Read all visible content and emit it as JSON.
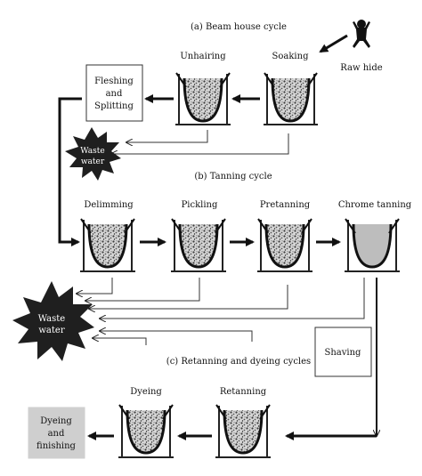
{
  "titles": {
    "beam_house": "(a) Beam house cycle",
    "tanning": "(b) Tanning cycle",
    "retanning": "(c) Retanning and dyeing cycles"
  },
  "raw_hide": "Raw hide",
  "vessels": {
    "soaking": "Soaking",
    "unhairing": "Unhairing",
    "delimming": "Delimming",
    "pickling": "Pickling",
    "pretanning": "Pretanning",
    "chrome_tanning": "Chrome tanning",
    "retanning": "Retanning",
    "dyeing": "Dyeing"
  },
  "boxes": {
    "fleshing_line1": "Fleshing",
    "fleshing_line2": "and",
    "fleshing_line3": "Splitting",
    "shaving": "Shaving",
    "finishing_line1": "Dyeing",
    "finishing_line2": "and",
    "finishing_line3": "finishing"
  },
  "waste": {
    "top_line1": "Waste",
    "top_line2": "water",
    "big_line1": "Waste",
    "big_line2": "water"
  },
  "colors": {
    "line": "#222222",
    "waste_fill": "#1f1f1f",
    "finishing_fill": "#cfcfcf",
    "chrome_fill": "#bdbdbd",
    "texture_fill": "#8a8a8a"
  }
}
